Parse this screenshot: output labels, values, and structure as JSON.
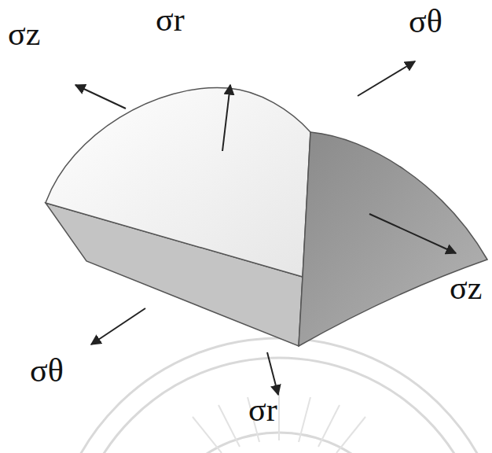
{
  "diagram": {
    "labels": [
      "σz",
      "σr",
      "σθ",
      "σz",
      "σθ",
      "σr"
    ]
  }
}
